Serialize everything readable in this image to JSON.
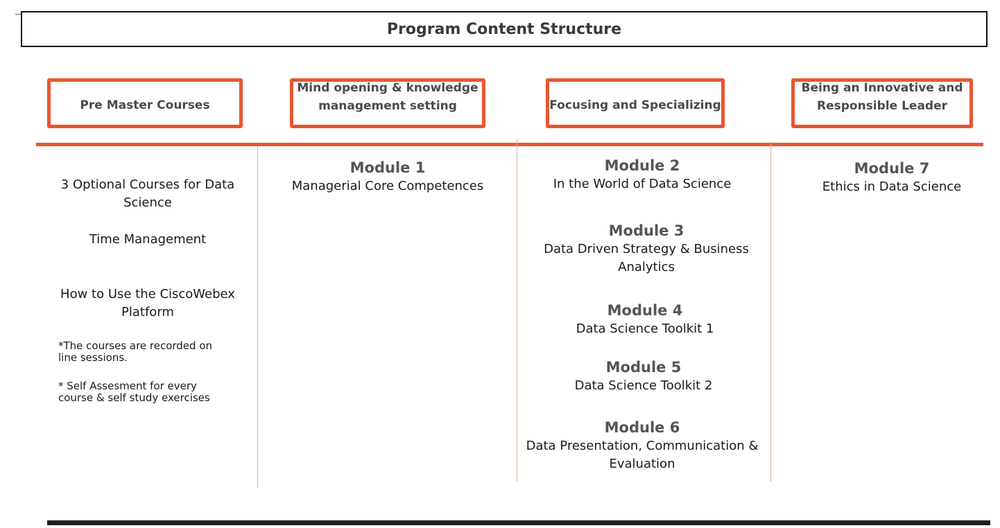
{
  "title": "Program Content Structure",
  "accent_color": "#e8562f",
  "phases": [
    {
      "label": "Pre Master Courses"
    },
    {
      "label": "Mind opening & knowledge management setting"
    },
    {
      "label": "Focusing and Specializing"
    },
    {
      "label": "Being an Innovative and Responsible Leader"
    }
  ],
  "pre_master": {
    "courses": [
      "3 Optional Courses for Data Science",
      "Time Management",
      "How to Use the CiscoWebex Platform"
    ],
    "notes": [
      "*The courses are recorded on line sessions.",
      "* Self Assesment for every course & self study exercises"
    ]
  },
  "modules": [
    {
      "title": "Module 1",
      "desc": "Managerial Core Competences"
    },
    {
      "title": "Module 2",
      "desc": "In the World of Data Science"
    },
    {
      "title": "Module 3",
      "desc": "Data Driven Strategy & Business Analytics"
    },
    {
      "title": "Module 4",
      "desc": "Data Science Toolkit 1"
    },
    {
      "title": "Module 5",
      "desc": "Data Science Toolkit 2"
    },
    {
      "title": "Module 6",
      "desc": "Data Presentation, Communication & Evaluation"
    },
    {
      "title": "Module 7",
      "desc": "Ethics in Data Science"
    }
  ]
}
